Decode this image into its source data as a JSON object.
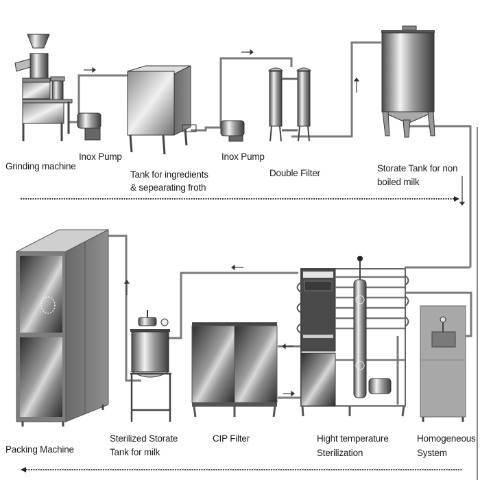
{
  "diagram": {
    "title": "Soy Milk Production Line Flow",
    "stages_top_row": [
      {
        "id": "grinding",
        "label": "Grinding machine"
      },
      {
        "id": "pump1",
        "label": "Inox Pump"
      },
      {
        "id": "tank_ingredients",
        "label_line1": "Tank for ingredients",
        "label_line2": "& sepearating  froth"
      },
      {
        "id": "pump2",
        "label": "Inox Pump"
      },
      {
        "id": "double_filter",
        "label": "Double Filter"
      },
      {
        "id": "storage_non_boiled",
        "label_line1": "Storate Tank for non",
        "label_line2": "boiled milk"
      }
    ],
    "stages_bottom_row": [
      {
        "id": "packing",
        "label": "Packing Machine"
      },
      {
        "id": "sterilized_storage",
        "label_line1": "Sterilized Storate",
        "label_line2": "Tank for  milk"
      },
      {
        "id": "cip_filter",
        "label": "CIP Filter"
      },
      {
        "id": "high_temp",
        "label_line1": "Hight temperature",
        "label_line2": "Sterilization"
      },
      {
        "id": "homogeneous",
        "label_line1": "Homogeneous",
        "label_line2": "System"
      }
    ],
    "flow": {
      "top_direction": "left-to-right",
      "bottom_direction": "right-to-left",
      "connections": [
        [
          "grinding",
          "pump1"
        ],
        [
          "pump1",
          "tank_ingredients"
        ],
        [
          "tank_ingredients",
          "pump2"
        ],
        [
          "pump2",
          "double_filter"
        ],
        [
          "double_filter",
          "storage_non_boiled"
        ],
        [
          "storage_non_boiled",
          "homogeneous"
        ],
        [
          "homogeneous",
          "high_temp"
        ],
        [
          "high_temp",
          "sterilized_storage"
        ],
        [
          "sterilized_storage",
          "packing"
        ],
        [
          "high_temp",
          "cip_filter"
        ]
      ]
    },
    "colors": {
      "pipe": "#7a7a7a",
      "metal_dark": "#3a3a3a",
      "metal_light": "#e8e8e8",
      "text": "#1a1a1a"
    }
  }
}
